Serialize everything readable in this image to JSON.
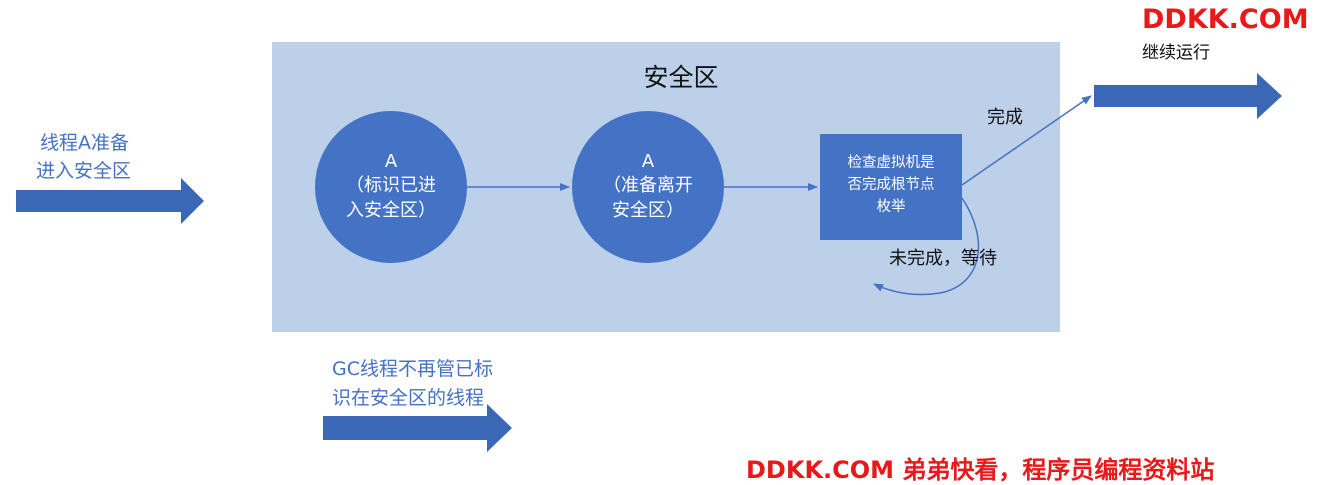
{
  "zone": {
    "title": "安全区"
  },
  "left_label": {
    "line1": "线程A准备",
    "line2": "进入安全区"
  },
  "bottom_label": {
    "line1": "GC线程不再管已标",
    "line2": "识在安全区的线程"
  },
  "circle1": {
    "line1": "A",
    "line2": "（标识已进",
    "line3": "入安全区）"
  },
  "circle2": {
    "line1": "A",
    "line2": "（准备离开",
    "line3": "安全区）"
  },
  "check_box": {
    "line1": "检查虚拟机是",
    "line2": "否完成根节点",
    "line3": "枚举"
  },
  "done_label": "完成",
  "wait_label": "未完成，等待",
  "continue_label": "继续运行",
  "watermark_top": "DDKK.COM",
  "watermark_bottom": "DDKK.COM 弟弟快看，程序员编程资料站",
  "colors": {
    "zone_fill": "#bdd0ea",
    "shape_fill": "#4472c4",
    "arrow_fill": "#3a68b6",
    "connector": "#4472c4",
    "brand_red": "#e8191b"
  }
}
